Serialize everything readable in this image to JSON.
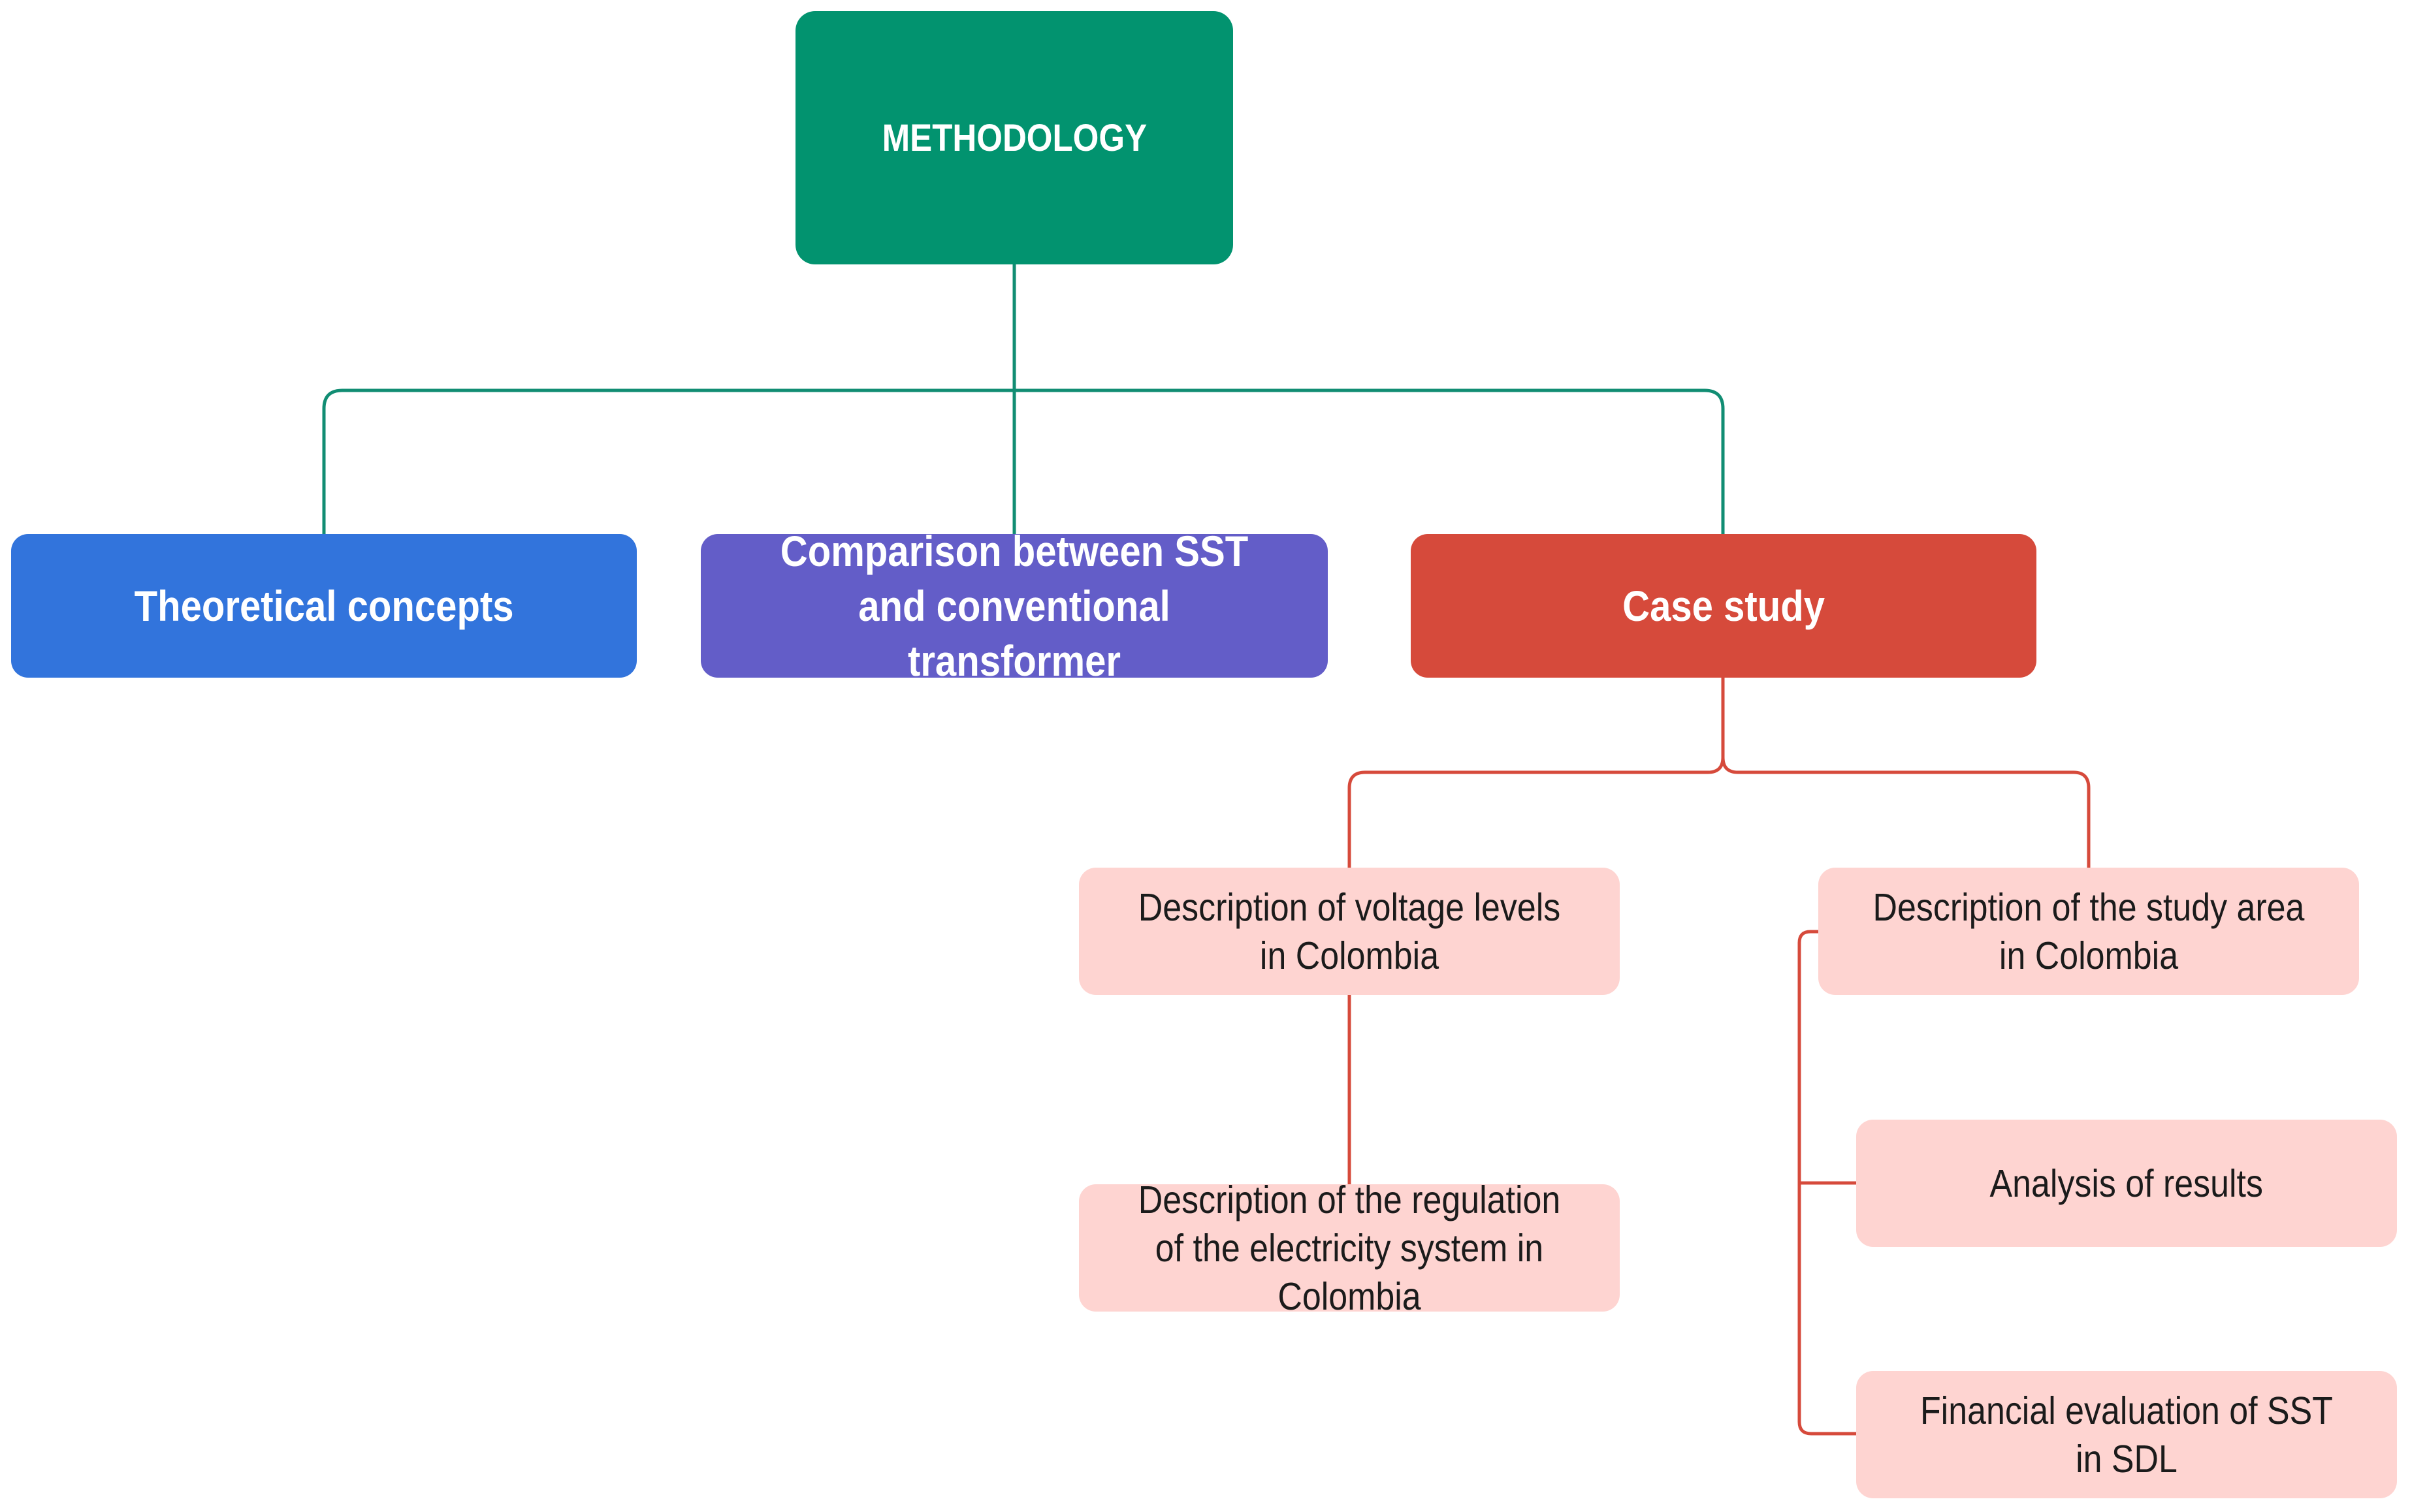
{
  "diagram": {
    "root": {
      "label": "METHODOLOGY"
    },
    "level1": {
      "theoretical": {
        "label": "Theoretical concepts"
      },
      "comparison": {
        "label": "Comparison between SST and conventional transformer"
      },
      "case_study": {
        "label": "Case study"
      }
    },
    "case_study_children": {
      "voltage_levels": {
        "label": "Description of voltage levels in Colombia"
      },
      "regulation": {
        "label": "Description of the regulation of the electricity system in Colombia"
      },
      "study_area": {
        "label": "Description of the study area in Colombia"
      },
      "analysis": {
        "label": "Analysis of results"
      },
      "financial": {
        "label": "Financial evaluation of SST in SDL"
      }
    },
    "colors": {
      "root": "#02936f",
      "theoretical": "#3274dc",
      "comparison": "#635dc8",
      "case_study": "#d64a3b",
      "sub_item": "#fed4d1",
      "green_connector": "#118d73",
      "red_connector": "#d64a3b"
    }
  }
}
